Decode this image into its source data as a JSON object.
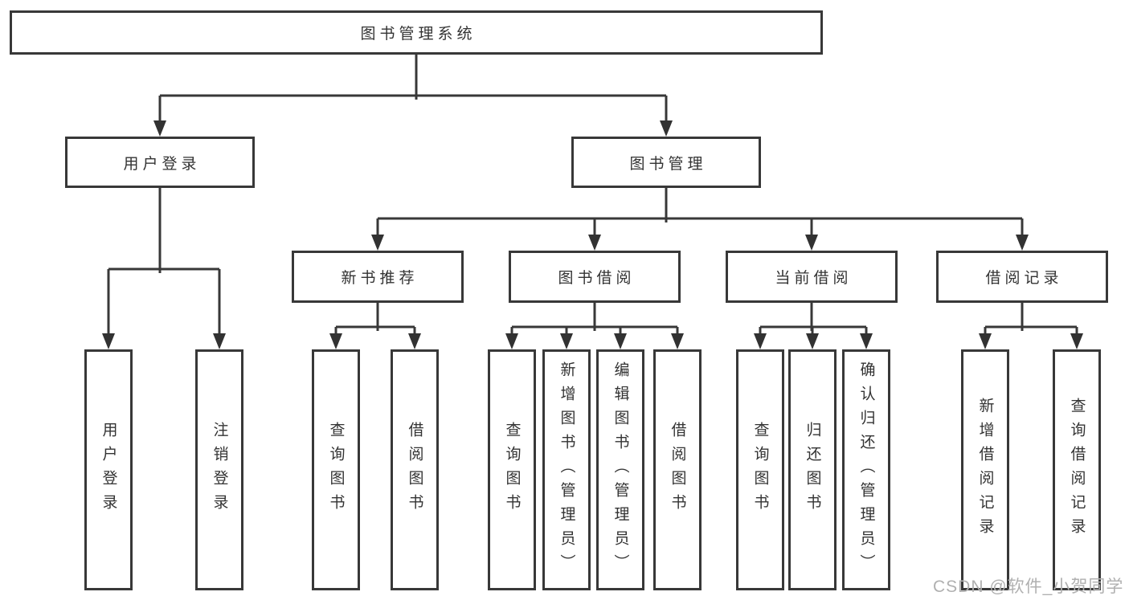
{
  "diagram": {
    "tree": {
      "label": "图书管理系统",
      "children": [
        {
          "label": "用户登录",
          "children": [
            {
              "label": "用户登录"
            },
            {
              "label": "注销登录"
            }
          ]
        },
        {
          "label": "图书管理",
          "children": [
            {
              "label": "新书推荐",
              "children": [
                {
                  "label": "查询图书"
                },
                {
                  "label": "借阅图书"
                }
              ]
            },
            {
              "label": "图书借阅",
              "children": [
                {
                  "label": "查询图书"
                },
                {
                  "label": "新增图书（管理员）"
                },
                {
                  "label": "编辑图书（管理员）"
                },
                {
                  "label": "借阅图书"
                }
              ]
            },
            {
              "label": "当前借阅",
              "children": [
                {
                  "label": "查询图书"
                },
                {
                  "label": "归还图书"
                },
                {
                  "label": "确认归还（管理员）"
                }
              ]
            },
            {
              "label": "借阅记录",
              "children": [
                {
                  "label": "新增借阅记录"
                },
                {
                  "label": "查询借阅记录"
                }
              ]
            }
          ]
        }
      ]
    },
    "watermark": "CSDN @软件_小贺同学",
    "colors": {
      "line": "#383838",
      "text": "#333333",
      "watermark": "#b0b0b0",
      "background": "#ffffff"
    }
  }
}
